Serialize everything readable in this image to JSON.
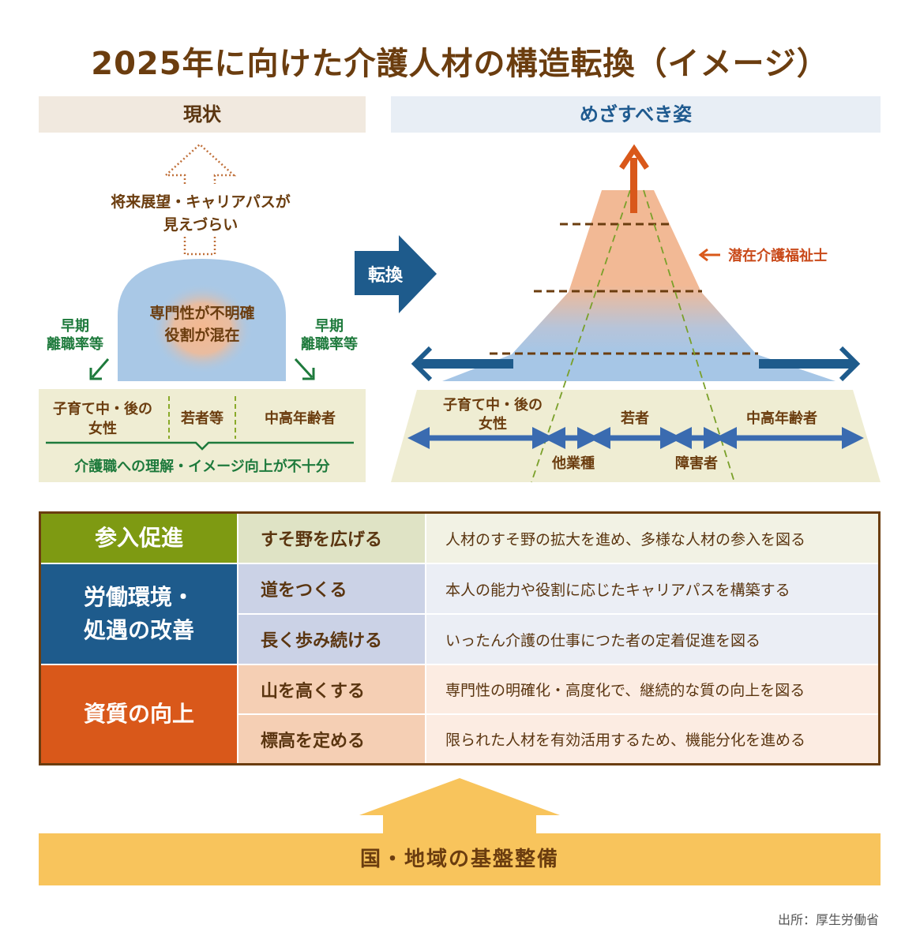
{
  "title": "2025年に向けた介護人材の構造転換（イメージ）",
  "current": {
    "header": "現状",
    "arrow_label_line1": "将来展望・キャリアパスが",
    "arrow_label_line2": "見えづらい",
    "dome_line1": "専門性が不明確",
    "dome_line2": "役割が混在",
    "left_outflow_line1": "早期",
    "left_outflow_line2": "離職率等",
    "right_outflow_line1": "早期",
    "right_outflow_line2": "離職率等",
    "groups": [
      {
        "line1": "子育て中・後の",
        "line2": "女性"
      },
      {
        "line1": "若者等",
        "line2": ""
      },
      {
        "line1": "中高年齢者",
        "line2": ""
      }
    ],
    "bottom_note": "介護職への理解・イメージ向上が不十分"
  },
  "transform_label": "転換",
  "target": {
    "header": "めざすべき姿",
    "peak_label": "潜在介護福祉士",
    "groups_top": [
      {
        "line1": "子育て中・後の",
        "line2": "女性"
      },
      {
        "line1": "若者",
        "line2": ""
      },
      {
        "line1": "中高年齢者",
        "line2": ""
      }
    ],
    "groups_bottom": [
      "他業種",
      "障害者"
    ]
  },
  "colors": {
    "brown": "#6b3d0f",
    "green": "#1e7a3c",
    "blue": "#1f5a8f",
    "orange": "#d9581a",
    "sky": "#a9c8e6",
    "peach": "#f2b995",
    "cream": "#efedd3",
    "yellow": "#f8c45c"
  },
  "table": {
    "rows": [
      {
        "category": "参入促進",
        "color": "#7e9a12",
        "items": [
          {
            "sub": "すそ野を広げる",
            "desc": "人材のすそ野の拡大を進め、多様な人材の参入を図る"
          }
        ]
      },
      {
        "category": "労働環境・\n処遇の改善",
        "category_line1": "労働環境・",
        "category_line2": "処遇の改善",
        "color": "#1e5b8c",
        "items": [
          {
            "sub": "道をつくる",
            "desc": "本人の能力や役割に応じたキャリアパスを構築する"
          },
          {
            "sub": "長く歩み続ける",
            "desc": "いったん介護の仕事につた者の定着促進を図る"
          }
        ]
      },
      {
        "category": "資質の向上",
        "color": "#d9581a",
        "items": [
          {
            "sub": "山を高くする",
            "desc": "専門性の明確化・高度化で、継続的な質の向上を図る"
          },
          {
            "sub": "標高を定める",
            "desc": "限られた人材を有効活用するため、機能分化を進める"
          }
        ]
      }
    ]
  },
  "foundation": "国・地域の基盤整備",
  "source": "出所：厚生労働省"
}
